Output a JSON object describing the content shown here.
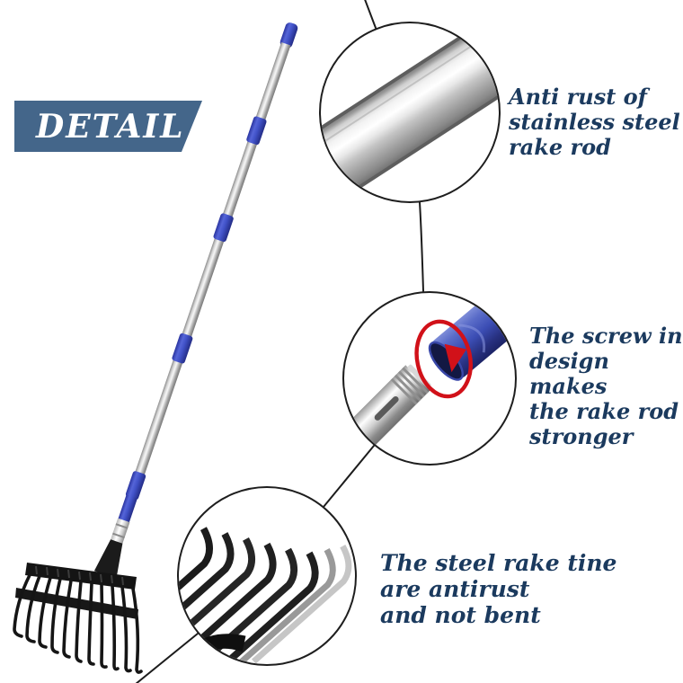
{
  "page": {
    "bg": "#ffffff"
  },
  "badge": {
    "label": "DETAIL",
    "bg": "#44668a",
    "fg": "#ffffff"
  },
  "callouts": [
    {
      "id": "rod",
      "lines": [
        "Anti rust of",
        "stainless steel",
        "rake rod"
      ]
    },
    {
      "id": "screw",
      "lines": [
        "The screw in",
        "design makes",
        "the rake rod",
        "stronger"
      ]
    },
    {
      "id": "tine",
      "lines": [
        "The steel rake tine",
        "are antirust",
        "and not bent"
      ]
    }
  ],
  "colors": {
    "note_text": "#1b3a5e",
    "leader_line": "#1c1c1c",
    "circle_border": "#1e1e1e",
    "handle_blue": "#3a4cc2",
    "socket_blue": "#3b4db0",
    "steel_light": "#f5f5f5",
    "rotation_arrow_red": "#d11119"
  },
  "icons": {
    "rotation-arrow-icon": "red elliptical arrow showing screw-in rotation"
  }
}
